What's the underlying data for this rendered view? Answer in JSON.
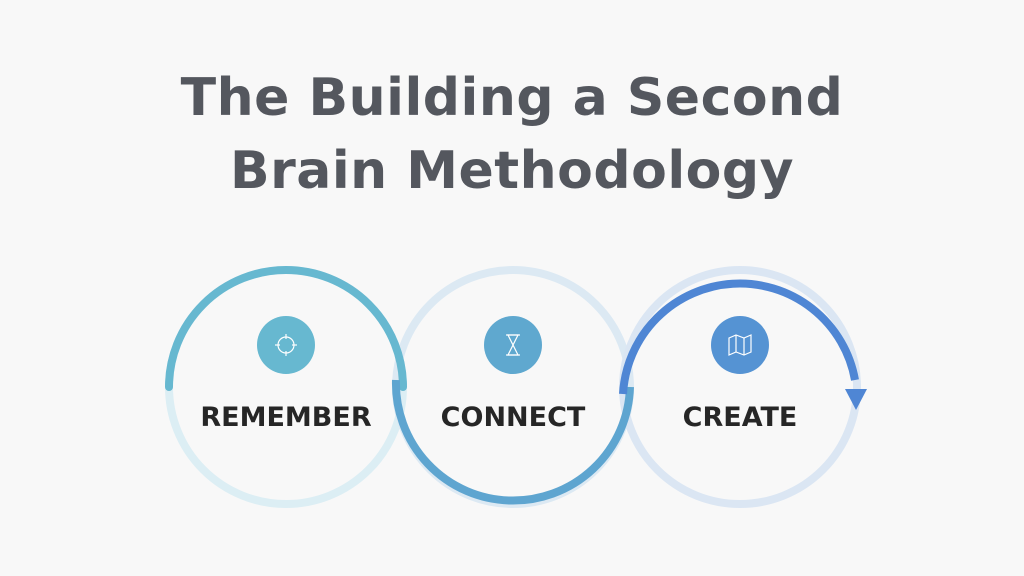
{
  "title_line1": "The Building a Second",
  "title_line2": "Brain Methodology",
  "steps": [
    {
      "label": "REMEMBER",
      "icon": "crosshair-icon",
      "color": "#67b8d0",
      "track": "#dceef4"
    },
    {
      "label": "CONNECT",
      "icon": "hourglass-icon",
      "color": "#5ea5d0",
      "track": "#dce9f3"
    },
    {
      "label": "CREATE",
      "icon": "map-icon",
      "color": "#4f86d4",
      "track": "#dbe6f3"
    }
  ]
}
